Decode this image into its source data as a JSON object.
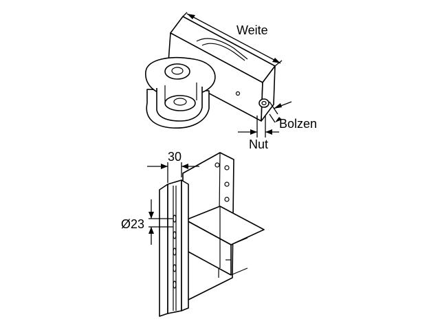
{
  "labels": {
    "weite": "Weite",
    "bolzen": "Bolzen",
    "nut": "Nut",
    "width_30": "30",
    "diameter_23": "Ø23"
  }
}
